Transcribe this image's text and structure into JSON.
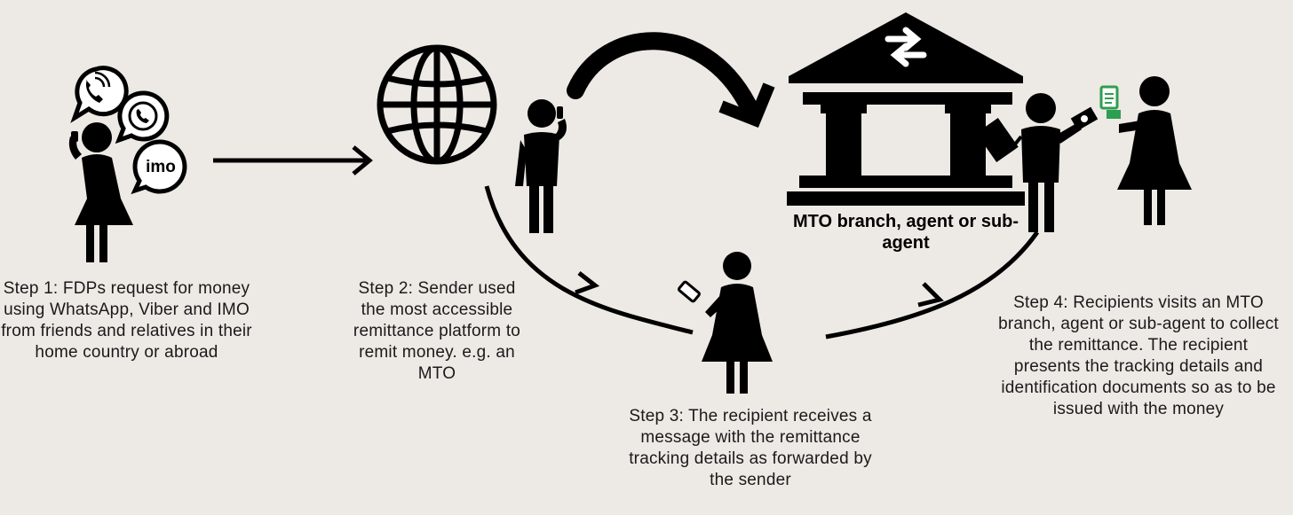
{
  "steps": {
    "step1": "Step 1: FDPs request for money using WhatsApp, Viber and IMO from friends and relatives in their home country or abroad",
    "step2": "Step 2: Sender used the most accessible remittance platform to remit money. e.g. an MTO",
    "step3": "Step 3: The recipient receives a message with the remittance tracking details as forwarded by the sender",
    "step4": "Step 4: Recipients visits an MTO branch, agent or sub-agent to collect the remittance. The recipient presents the tracking details and identification documents so as to be issued with the money"
  },
  "bank_label": "MTO branch, agent or sub-agent",
  "icons": {
    "imo_text": "imo"
  },
  "colors": {
    "background": "#ede9e5",
    "ink": "#000000",
    "document_accent": "#2e9e4f"
  }
}
